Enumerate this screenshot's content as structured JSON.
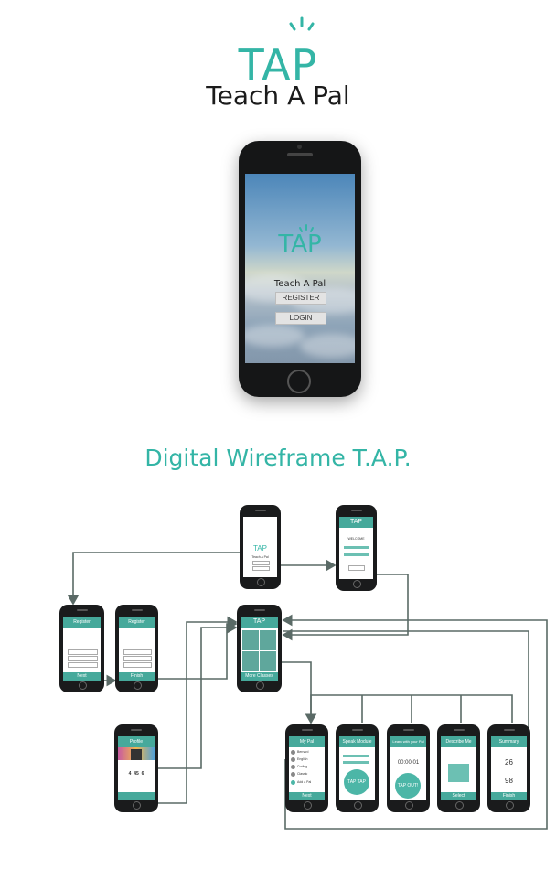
{
  "brand": {
    "logo_text": "TAP",
    "name": "Teach A Pal",
    "accent": "#34b5a6",
    "wire_color": "#5a6a66"
  },
  "hero_phone": {
    "logo_text": "TAP",
    "name": "Teach A Pal",
    "register_label": "REGISTER",
    "login_label": "LOGIN"
  },
  "section_heading": "Digital Wireframe T.A.P.",
  "wireframe": {
    "welcome_header": "TAP",
    "welcome_title": "WELCOME",
    "register_header": "Register",
    "register_footer_next": "Next",
    "register2_header": "Register",
    "register2_footer": "Finish",
    "home_header": "TAP",
    "home_footer": "More Classes",
    "profile_header": "Profile",
    "mypals_header": "My Pal",
    "mypals_items": [
      "Bernard",
      "English",
      "Coding",
      "Classic"
    ],
    "mypals_add": "Add a Pal",
    "mypals_footer": "Next",
    "speak_header": "Speak Module",
    "speak_button": "TAP TAP",
    "learn_header": "Learn with your Pal",
    "learn_timer": "00:00:01",
    "learn_button": "TAP OUT!",
    "describe_header": "Describe Me",
    "describe_footer": "Select",
    "summary_header": "Summary",
    "summary_a": "26",
    "summary_b": "98",
    "summary_footer": "Finish",
    "profile_stats": [
      "4",
      "45",
      "6"
    ]
  }
}
